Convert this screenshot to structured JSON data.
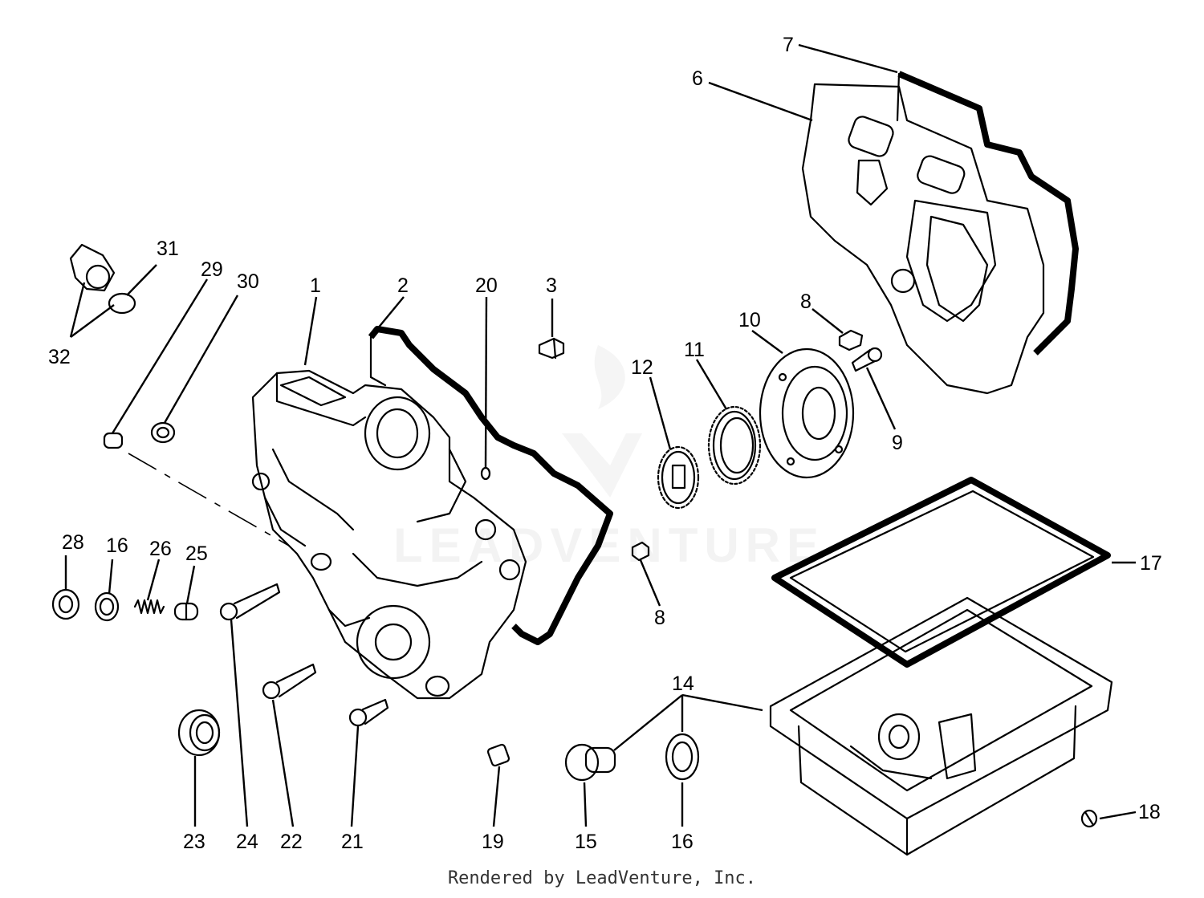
{
  "watermark": "LEADVENTURE",
  "footer": "Rendered by LeadVenture, Inc.",
  "callouts": [
    "1",
    "2",
    "3",
    "6",
    "7",
    "8",
    "8",
    "9",
    "10",
    "11",
    "12",
    "14",
    "15",
    "16",
    "16",
    "17",
    "18",
    "19",
    "20",
    "21",
    "22",
    "23",
    "24",
    "25",
    "26",
    "28",
    "29",
    "30",
    "31",
    "32"
  ]
}
